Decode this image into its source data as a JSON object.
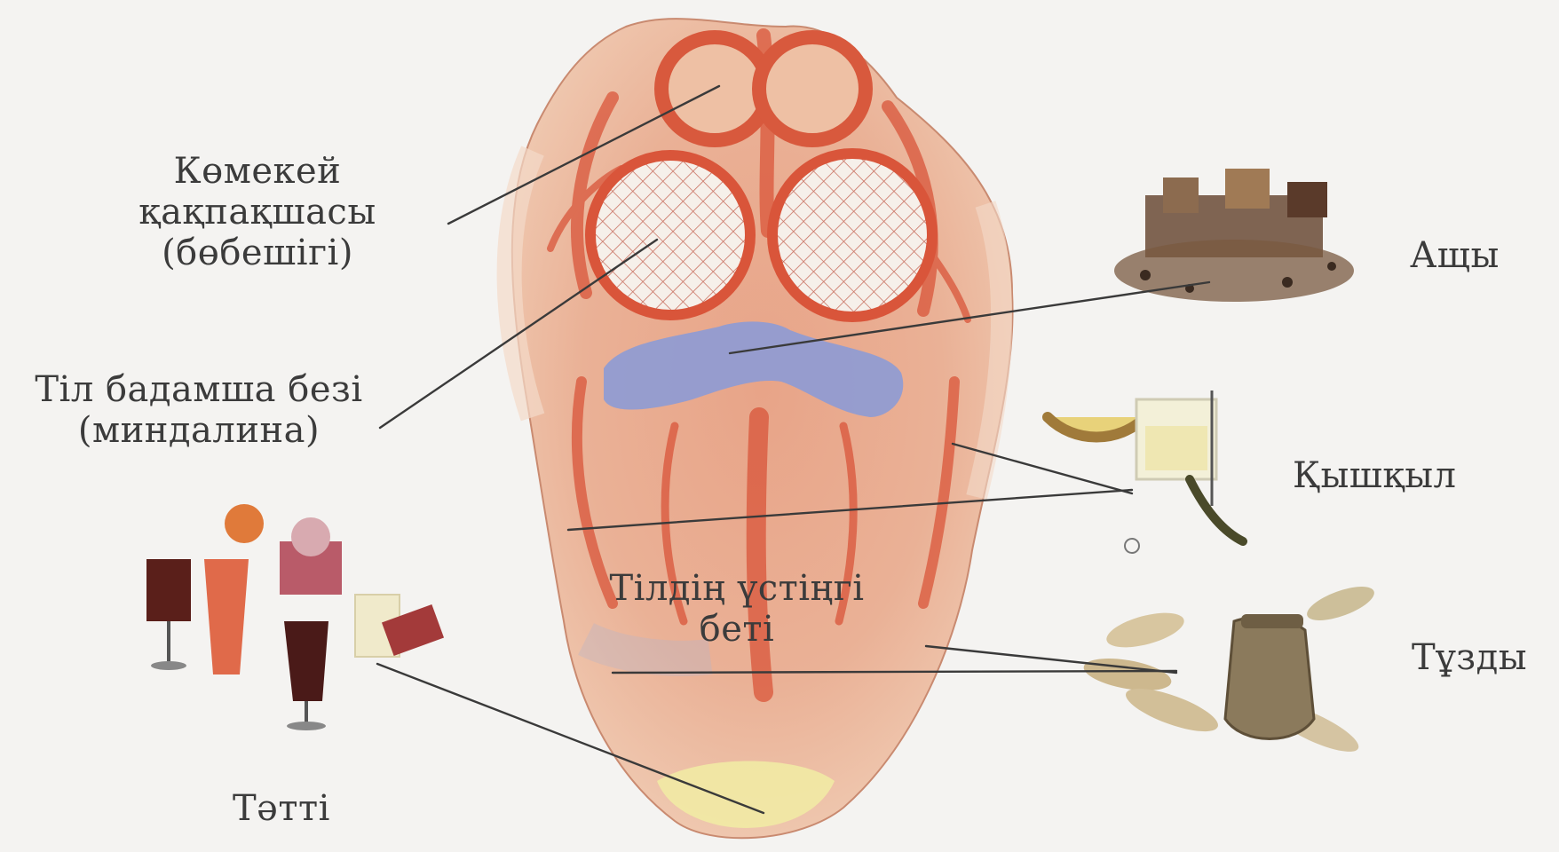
{
  "labels": {
    "epiglottis": [
      "Көмекей",
      "қақпақшасы",
      "(бөбешігі)"
    ],
    "tonsil": [
      "Тіл бадамша безі",
      "(миндалина)"
    ],
    "tongue_surface": [
      "Тілдің үстіңгі",
      "беті"
    ],
    "bitter": "Ащы",
    "sour": "Қышқыл",
    "salty": "Тұзды",
    "sweet": "Тәтті"
  },
  "colors": {
    "tongue_base": "#ecbd9e",
    "tongue_red": "#d9553a",
    "bitter_zone": "#8e9bd4",
    "sweet_zone": "#f1eaa4",
    "leader_line": "#3a3a3a",
    "text": "#3b3b3b"
  },
  "icons": {
    "bitter": "spices-icon",
    "sour": "lemon-glass-icon",
    "salty": "jar-cucumbers-icon",
    "sweet": "desserts-icon"
  }
}
